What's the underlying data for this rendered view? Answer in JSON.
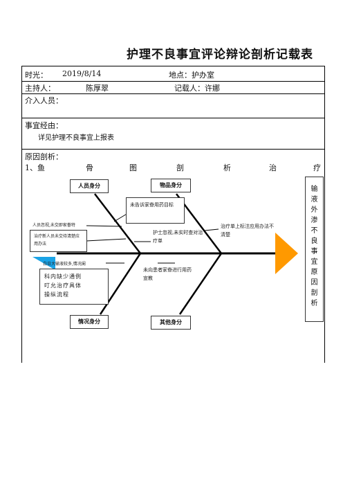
{
  "title": "护理不良事宜评论辩论剖析记载表",
  "row1": {
    "time_label": "时光：",
    "time_value": "2019/8/14",
    "place": "地点：护办室"
  },
  "row2": {
    "host_label": "主持人：",
    "host_value": "陈厚翠",
    "recorder": "记载人：许娜"
  },
  "row3": {
    "participants_label": "介入人员："
  },
  "row4": {
    "process_label": "事宜经由：",
    "process_value": "详见护理不良事宜上报表"
  },
  "row5": {
    "analysis_label": "原因剖析：",
    "method_chars": [
      "1、鱼",
      "骨",
      "图",
      "剖",
      "析",
      "治",
      "疗"
    ]
  },
  "diagram": {
    "categories": {
      "people": "人员身分",
      "goods": "物品身分",
      "situation": "情况身分",
      "other": "其他身分"
    },
    "causes": {
      "c1": "未告诉家眷用药目标",
      "c2": "人员忽视,未交即家眷特",
      "c3": "治疗新人员未交待清楚应用办法",
      "c4": "护士忽视,未实时查对治疗单",
      "c5": "治疗单上标注应用办法不清楚",
      "c6": "白日大输液较多,情况阑",
      "c7": "科内缺少通例叮允治疗具体操纵流程",
      "c8": "未向患者家眷进行用药宣教"
    },
    "head_label": "输液外渗不良事宜原因剖析",
    "colors": {
      "tail": "#1aa3e6",
      "head": "#ff9900",
      "bone": "#000000"
    }
  }
}
